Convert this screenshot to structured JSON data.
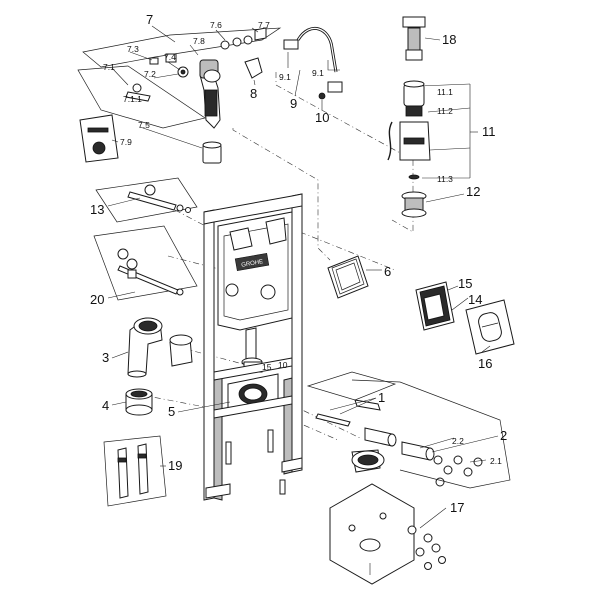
{
  "diagram": {
    "part_numbers": {
      "p1": "1",
      "p2": "2",
      "p2_1": "2.1",
      "p2_2": "2.2",
      "p3": "3",
      "p4": "4",
      "p5": "5",
      "p6": "6",
      "p7": "7",
      "p7_1": "7.1",
      "p7_1_1": "7.1.1",
      "p7_2": "7.2",
      "p7_3": "7.3",
      "p7_4": "7.4",
      "p7_5": "7.5",
      "p7_6": "7.6",
      "p7_7": "7.7",
      "p7_8": "7.8",
      "p7_9": "7.9",
      "p8": "8",
      "p9": "9",
      "p9_1a": "9.1",
      "p9_1b": "9.1",
      "p10": "10",
      "p11": "11",
      "p11_1": "11.1",
      "p11_2": "11.2",
      "p11_3": "11.3",
      "p12": "12",
      "p13": "13",
      "p14": "14",
      "p15": "15",
      "p16": "16",
      "p17": "17",
      "p18": "18",
      "p19": "19",
      "p20": "20"
    },
    "frame_marks": {
      "mark_left": "15",
      "mark_right": "10"
    },
    "brand_logo_text": "GROHE"
  }
}
